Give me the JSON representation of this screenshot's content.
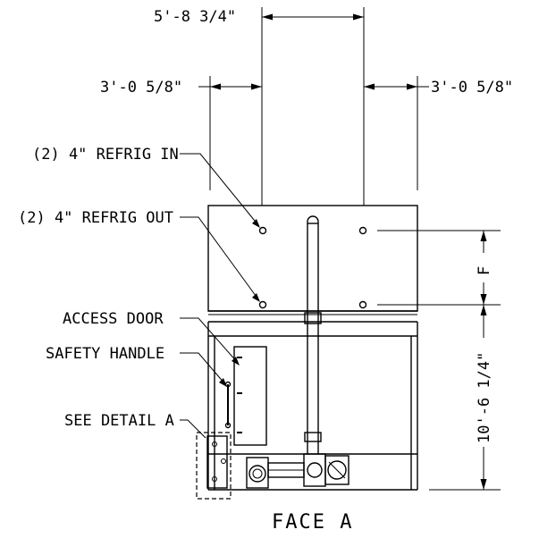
{
  "dimensions": {
    "top_overall": "5'-8 3/4\"",
    "left_offset": "3'-0 5/8\"",
    "right_offset": "3'-0 5/8\"",
    "side_height": "10'-6 1/4\"",
    "side_f": "F"
  },
  "callouts": {
    "refrig_in": "(2) 4\" REFRIG IN",
    "refrig_out": "(2) 4\" REFRIG OUT",
    "access_door": "ACCESS DOOR",
    "safety_handle": "SAFETY HANDLE",
    "see_detail": "SEE DETAIL A"
  },
  "view_title": "FACE A"
}
